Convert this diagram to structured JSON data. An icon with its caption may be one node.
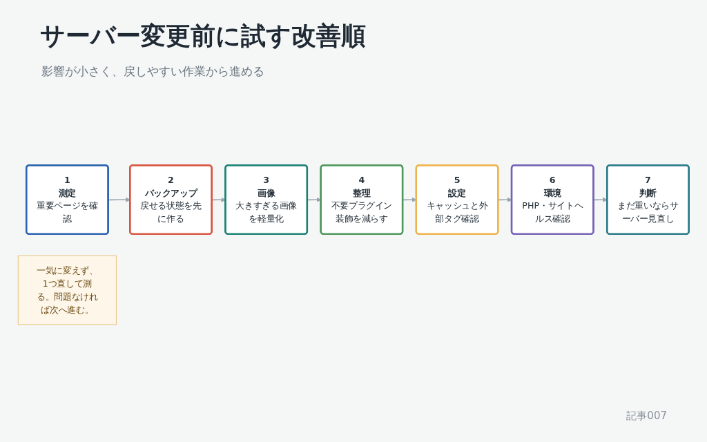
{
  "diagram": {
    "title": "サーバー変更前に試す改善順",
    "nodes": [
      {
        "text": [
          "1",
          "測定",
          "重要ページを確認"
        ]
      },
      {
        "text": [
          "2",
          "バックアップ",
          "戻せる状態を先に作る"
        ]
      },
      {
        "text": [
          "3",
          "画像",
          "大きすぎる画像を軽量化"
        ]
      },
      {
        "text": [
          "4",
          "整理",
          "不要プラグイン装飾を減らす"
        ]
      },
      {
        "text": [
          "5",
          "設定",
          "キャッシュと外部タグ確認"
        ]
      },
      {
        "text": [
          "6",
          "環境",
          "PHP・サイトヘルス確認"
        ]
      },
      {
        "text": [
          "7",
          "判断",
          "まだ重いならサーバー見直し"
        ]
      },
      {
        "text": [
          "一気に変えず、1つ直して測る。問題なければ次へ進む。"
        ]
      }
    ],
    "edges": [
      {
        "from": 0,
        "to": 1,
        "arrow": "to"
      },
      {
        "from": 1,
        "to": 2,
        "arrow": "to"
      },
      {
        "from": 2,
        "to": 3,
        "arrow": "to"
      },
      {
        "from": 3,
        "to": 4,
        "arrow": "to"
      },
      {
        "from": 4,
        "to": 5,
        "arrow": "to"
      },
      {
        "from": 5,
        "to": 6,
        "arrow": "to"
      }
    ],
    "labels": [
      "影響が小さく、戻しやすい作業から進める",
      "記事007"
    ]
  }
}
